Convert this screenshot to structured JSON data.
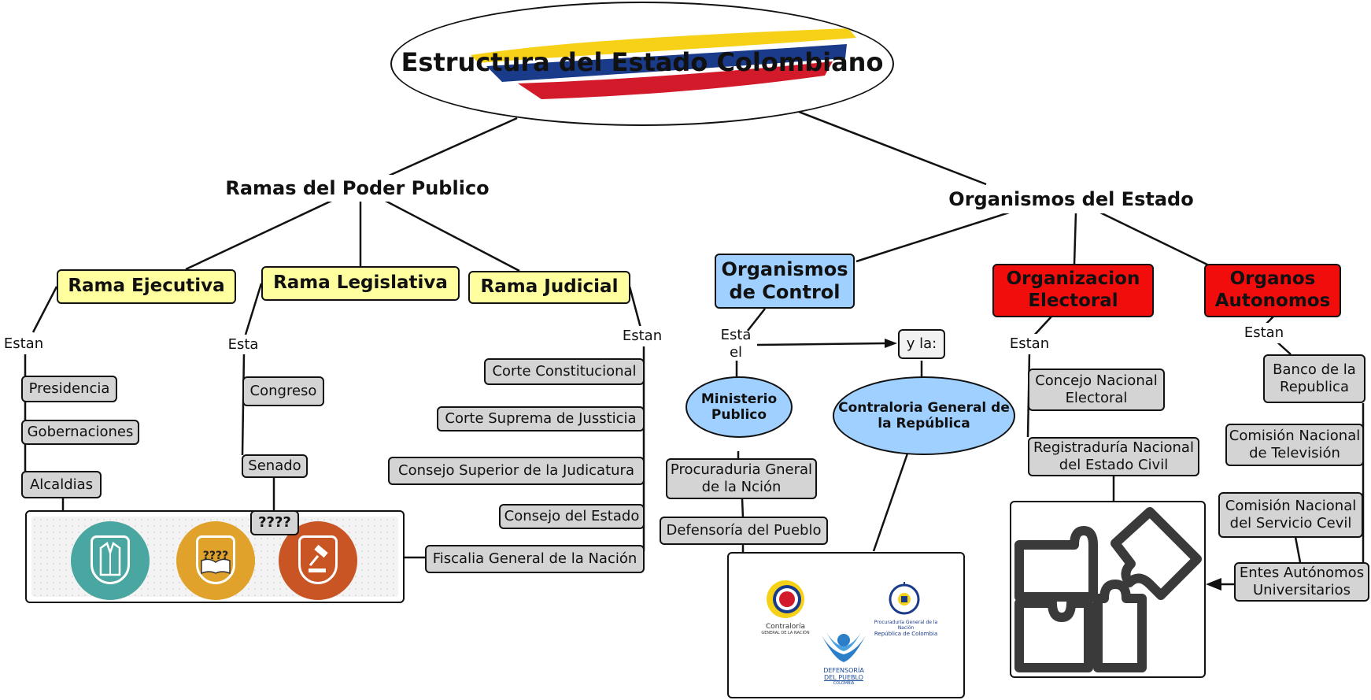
{
  "title": "Estructura del Estado Colombiano",
  "branches": {
    "heading": "Ramas del Poder Publico",
    "ejecutiva": {
      "label": "Rama Ejecutiva",
      "link": "Estan",
      "items": [
        "Presidencia",
        "Gobernaciones",
        "Alcaldias"
      ]
    },
    "legislativa": {
      "label": "Rama Legislativa",
      "link": "Esta",
      "items": [
        "Congreso",
        "Senado"
      ],
      "unknown": "????"
    },
    "judicial": {
      "label": "Rama Judicial",
      "link": "Estan",
      "items": [
        "Corte Constitucional",
        "Corte Suprema de Jussticia",
        "Consejo Superior de la Judicatura",
        "Consejo del Estado",
        "Fiscalia General de la Nación"
      ]
    }
  },
  "organisms": {
    "heading": "Organismos del Estado",
    "control": {
      "label": "Organismos de Control",
      "link": "Esta el",
      "link_extra": "y la:",
      "ministerio": "Ministerio Publico",
      "contraloria": "Contraloria General de la República",
      "items": [
        "Procuraduria Gneral de la Nción",
        "Defensoría del Pueblo"
      ]
    },
    "electoral": {
      "label": "Organizacion Electoral",
      "link": "Estan",
      "items": [
        "Concejo Nacional Electoral",
        "Registraduría Nacional del Estado Civil"
      ]
    },
    "autonomos": {
      "label": "Organos Autonomos",
      "link": "Estan",
      "items": [
        "Banco de la Republica",
        "Comisión Nacional de Televisión",
        "Comisión Nacional del Servicio Cevil",
        "Entes Autónomos Universitarios"
      ]
    }
  },
  "logos": {
    "contraloria": [
      "Contraloría",
      "GENERAL DE LA NACIÓN"
    ],
    "procuraduria": [
      "Procuraduría General de la Nación",
      "República de Colombia"
    ],
    "defensoria": [
      "DEFENSORÍA",
      "DEL PUEBLO",
      "COLOMBIA"
    ],
    "judicial_icon": "????"
  },
  "colors": {
    "yellow_node": "#ffff9f",
    "blue_node": "#9fd0ff",
    "red_node": "#f20d0d",
    "gray_node": "#d4d4d4",
    "flag_yellow": "#f7d117",
    "flag_blue": "#1a3a8a",
    "flag_red": "#d21a2a",
    "teal": "#4aa6a0",
    "gold": "#e0a22a",
    "orange": "#c95424",
    "puzzle": "#3a3a3a"
  }
}
